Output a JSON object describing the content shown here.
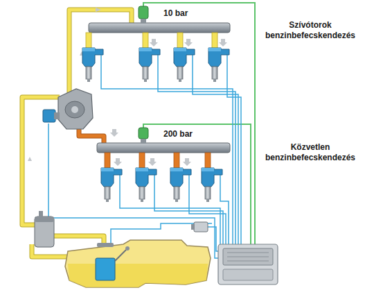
{
  "diagram": {
    "labels": [
      "10 bar",
      "Szívótorok benzinbefecskendezés",
      "200 bar",
      "Közvetlen benzinbefecskendezés"
    ]
  }
}
